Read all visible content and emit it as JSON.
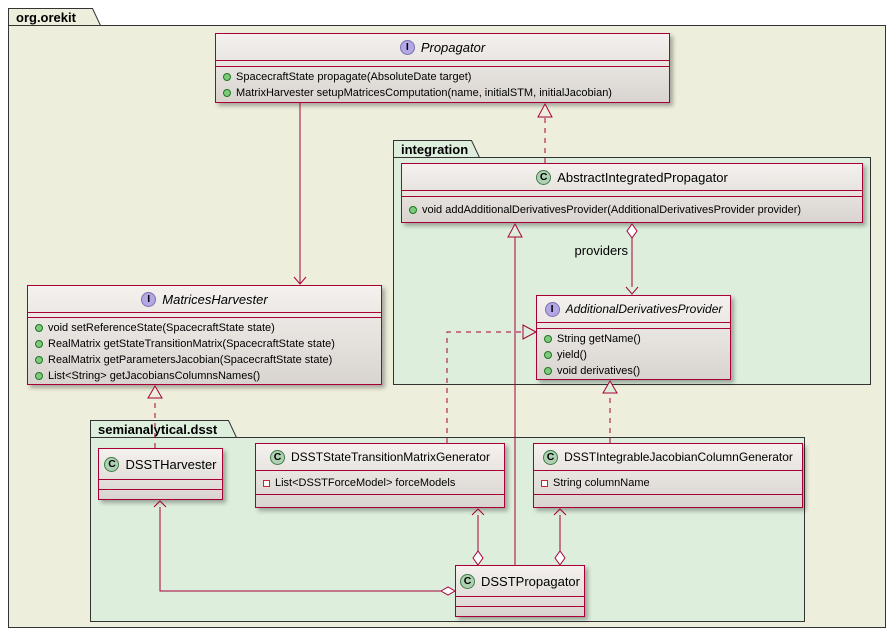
{
  "diagram": {
    "packages": {
      "orekit": "org.orekit",
      "integration": "integration",
      "dsst": "semianalytical.dsst"
    },
    "edge_labels": {
      "providers": "providers"
    },
    "colors": {
      "package_fill_root": "#EEEEDD",
      "package_fill_inner": "#DDEEDD",
      "box_border": "#A80036",
      "edge_color": "#A80036",
      "interface_spot": "#B4A7E6",
      "class_spot": "#ADD1B2"
    }
  },
  "classes": {
    "propagator": {
      "kind": "interface",
      "spot": "I",
      "name": "Propagator",
      "methods": [
        "SpacecraftState propagate(AbsoluteDate target)",
        "MatrixHarvester setupMatricesComputation(name, initialSTM, initialJacobian)"
      ]
    },
    "abstract_integrated_propagator": {
      "kind": "class",
      "spot": "C",
      "name": "AbstractIntegratedPropagator",
      "methods": [
        "void addAdditionalDerivativesProvider(AdditionalDerivativesProvider provider)"
      ]
    },
    "matrices_harvester": {
      "kind": "interface",
      "spot": "I",
      "name": "MatricesHarvester",
      "methods": [
        "void setReferenceState(SpacecraftState state)",
        "RealMatrix getStateTransitionMatrix(SpacecraftState state)",
        "RealMatrix getParametersJacobian(SpacecraftState state)",
        "List<String> getJacobiansColumnsNames()"
      ]
    },
    "additional_derivatives_provider": {
      "kind": "interface",
      "spot": "I",
      "name": "AdditionalDerivativesProvider",
      "methods": [
        "String getName()",
        "yield()",
        "void derivatives()"
      ]
    },
    "dsst_harvester": {
      "kind": "class",
      "spot": "C",
      "name": "DSSTHarvester"
    },
    "dsst_stm_generator": {
      "kind": "class",
      "spot": "C",
      "name": "DSSTStateTransitionMatrixGenerator",
      "fields": [
        "List<DSSTForceModel> forceModels"
      ]
    },
    "dsst_ijc_generator": {
      "kind": "class",
      "spot": "C",
      "name": "DSSTIntegrableJacobianColumnGenerator",
      "fields": [
        "String columnName"
      ]
    },
    "dsst_propagator": {
      "kind": "class",
      "spot": "C",
      "name": "DSSTPropagator"
    }
  }
}
